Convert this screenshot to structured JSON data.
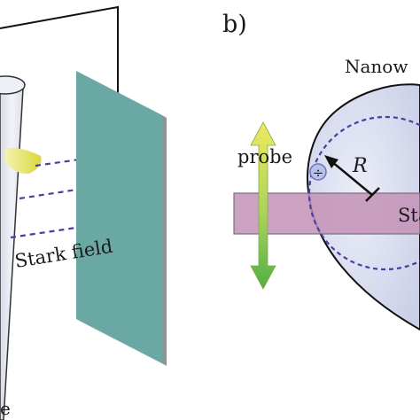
{
  "panel_b": {
    "label": "b)",
    "probe_label": "probe",
    "radius_label": "R",
    "nanowire_label": "Nanow",
    "stark_label_right": "Sta",
    "charge_symbol": "÷"
  },
  "panel_a": {
    "stark_field_label": "Stark field",
    "bottom_label": "e"
  },
  "colors": {
    "plate": "#6aa9a3",
    "cone_fill": "#e8eaf4",
    "pink_band": "#c392b7",
    "droplet_fill": "#dfe3f3",
    "dashed_purple": "#4a3fa1",
    "arrow_yellow": "#e6e060",
    "arrow_green": "#5dbb4d"
  }
}
